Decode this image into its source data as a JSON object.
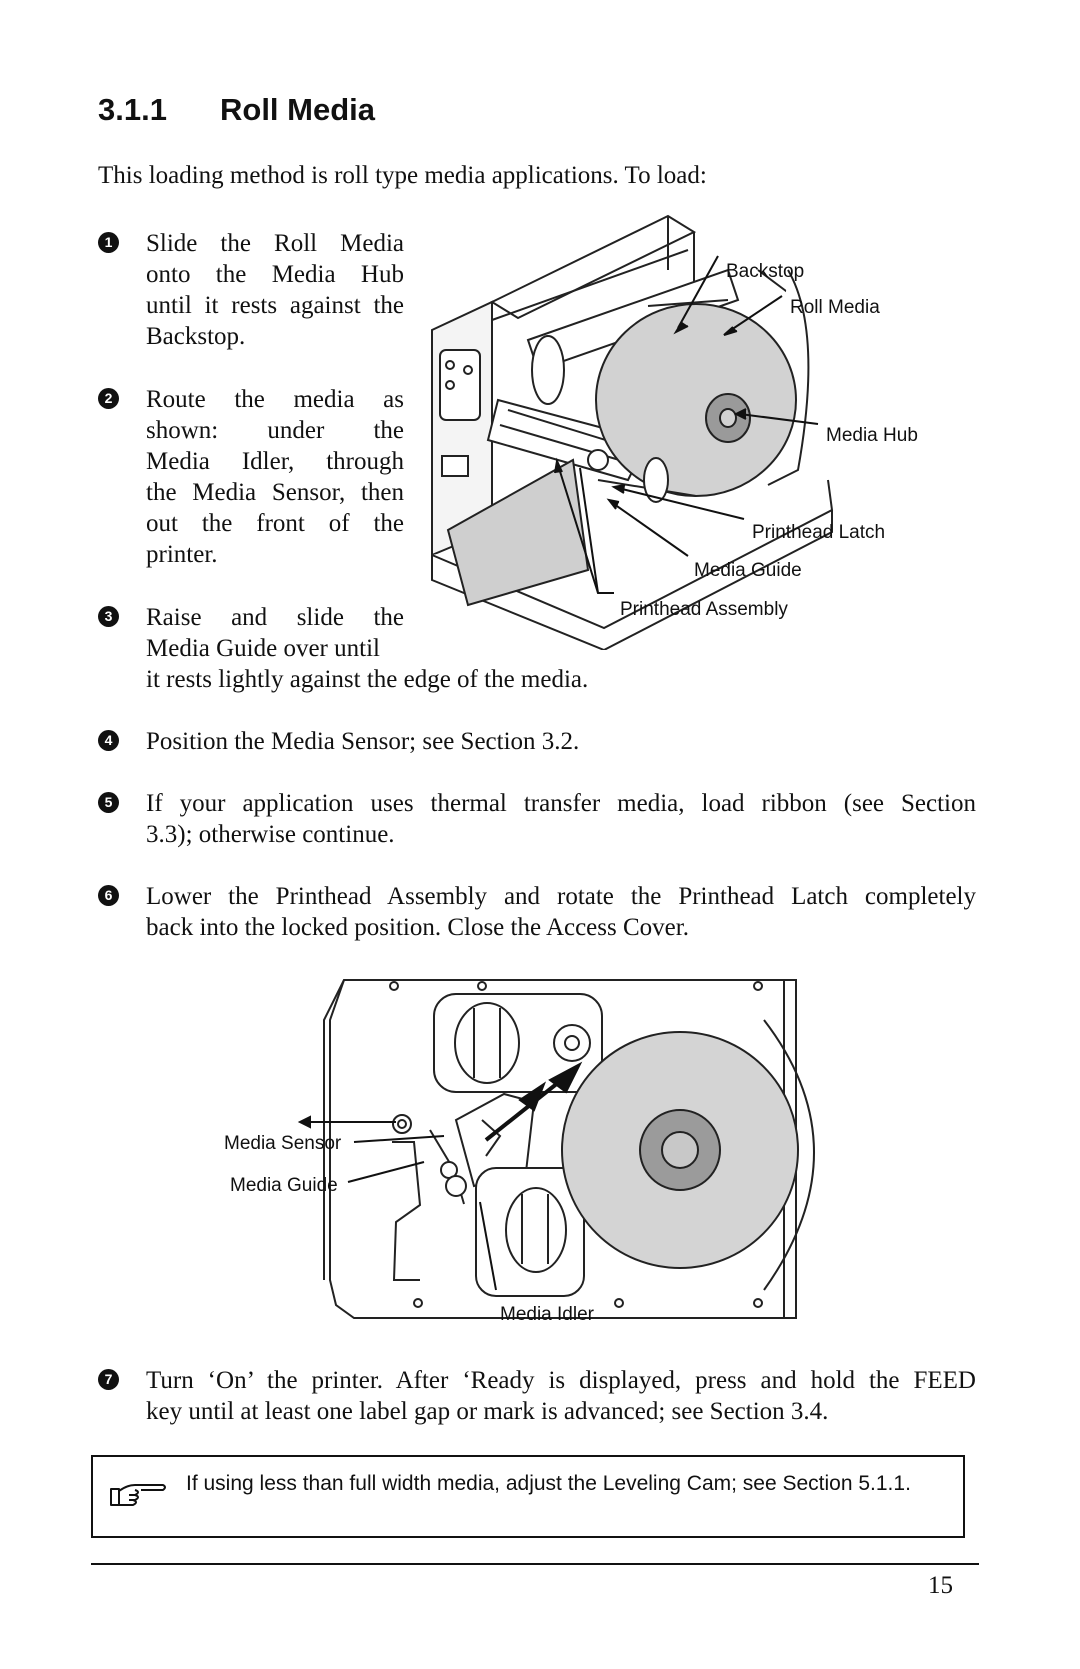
{
  "section": {
    "number": "3.1.1",
    "title": "Roll Media"
  },
  "intro": "This loading method is roll type media applications. To load:",
  "steps": [
    {
      "marker": "1",
      "lines": [
        "Slide the Roll Media",
        "onto the Media Hub",
        "until it rests against the",
        "Backstop."
      ]
    },
    {
      "marker": "2",
      "lines": [
        "Route the media as",
        "shown: under the",
        "Media Idler, through",
        "the Media Sensor, then",
        "out the front of the",
        "printer."
      ]
    },
    {
      "marker": "3",
      "lines": [
        "Raise and slide the",
        "Media Guide over until"
      ],
      "tail": "it rests lightly against the edge of the media."
    },
    {
      "marker": "4",
      "text": "Position the Media Sensor; see Section 3.2."
    },
    {
      "marker": "5",
      "lines": [
        "If your application uses thermal transfer media, load ribbon (see Section",
        "3.3); otherwise continue."
      ]
    },
    {
      "marker": "6",
      "lines": [
        "Lower the Printhead Assembly and rotate the Printhead Latch completely",
        "back into the locked position. Close the Access Cover."
      ]
    },
    {
      "marker": "7",
      "lines": [
        "Turn ‘On’ the printer. After ‘Ready is displayed, press and hold the FEED",
        "key until at least one label gap or mark is advanced; see Section 3.4."
      ]
    }
  ],
  "figure1": {
    "callouts": {
      "backstop": "Backstop",
      "roll_media": "Roll Media",
      "media_hub": "Media Hub",
      "printhead_latch": "Printhead Latch",
      "media_guide": "Media Guide",
      "printhead_assembly": "Printhead Assembly"
    }
  },
  "figure2": {
    "callouts": {
      "media_sensor": "Media Sensor",
      "media_guide": "Media Guide",
      "media_idler": "Media Idler"
    }
  },
  "note": {
    "icon": "pointing-hand-icon",
    "text": "If using less than full width media, adjust the Leveling Cam; see Section 5.1.1."
  },
  "page_number": "15"
}
